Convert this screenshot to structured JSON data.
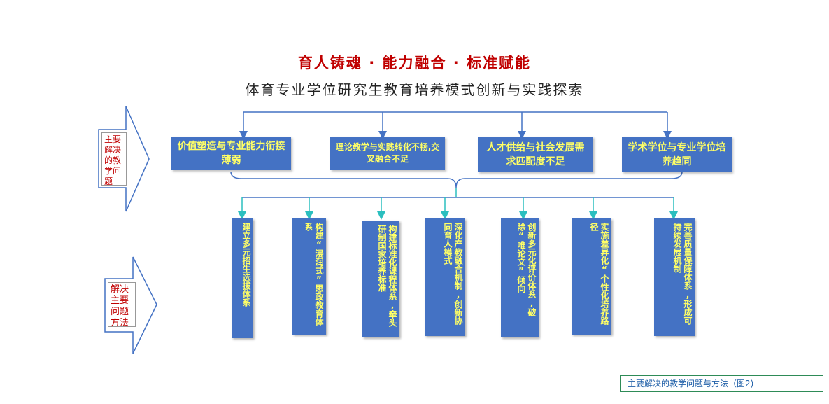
{
  "title": "育人铸魂 · 能力融合 · 标准赋能",
  "subtitle": "体育专业学位研究生教育培养模式创新与实践探索",
  "problems_label": "主要解决的教学问题",
  "methods_label": "解决主要问题方法",
  "problems": [
    "价值塑造与专业能力衔接薄弱",
    "理论教学与实践转化不畅,交叉融合不足",
    "人才供给与社会发展需求匹配度不足",
    "学术学位与专业学位培养趋同"
  ],
  "methods": [
    "建立多元招生选拔体系",
    "构建“浸润式”思政教育体系",
    "构建标准化课程体系,牵头研制国家培养标准",
    "深化产教融合机制,创新协同育人模式",
    "创新多元化评价体系,破除“唯论文”倾向",
    "实施差异化“个性化培养路径",
    "完善质量保障体系,形成可持续发展机制"
  ],
  "caption": "主要解决的教学问题与方法（图2)",
  "colors": {
    "box": "#4472c4",
    "box_text": "#ffff66",
    "title": "#c00000",
    "connector_top": "#4472c4",
    "connector_bottom": "#2bbfbf"
  }
}
